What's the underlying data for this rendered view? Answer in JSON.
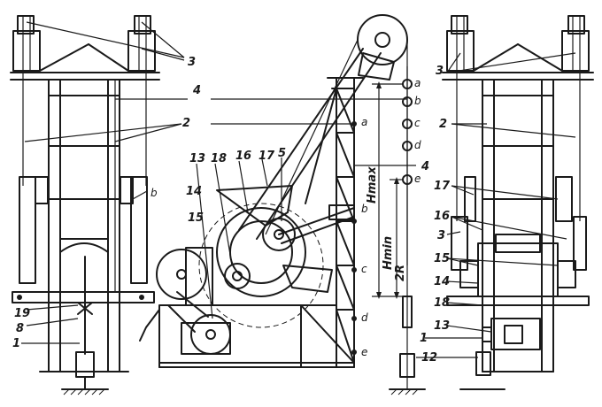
{
  "labels": {
    "n1": "1",
    "n2": "2",
    "n3": "3",
    "n4": "4",
    "n5": "5",
    "n8": "8",
    "n12": "12",
    "n13": "13",
    "n14": "14",
    "n15": "15",
    "n16": "16",
    "n17": "17",
    "n18": "18",
    "n19": "19",
    "a": "a",
    "b": "b",
    "c": "c",
    "d": "d",
    "e": "e",
    "hmax": "Hmax",
    "hmin": "Hmin",
    "r2": "2R"
  }
}
